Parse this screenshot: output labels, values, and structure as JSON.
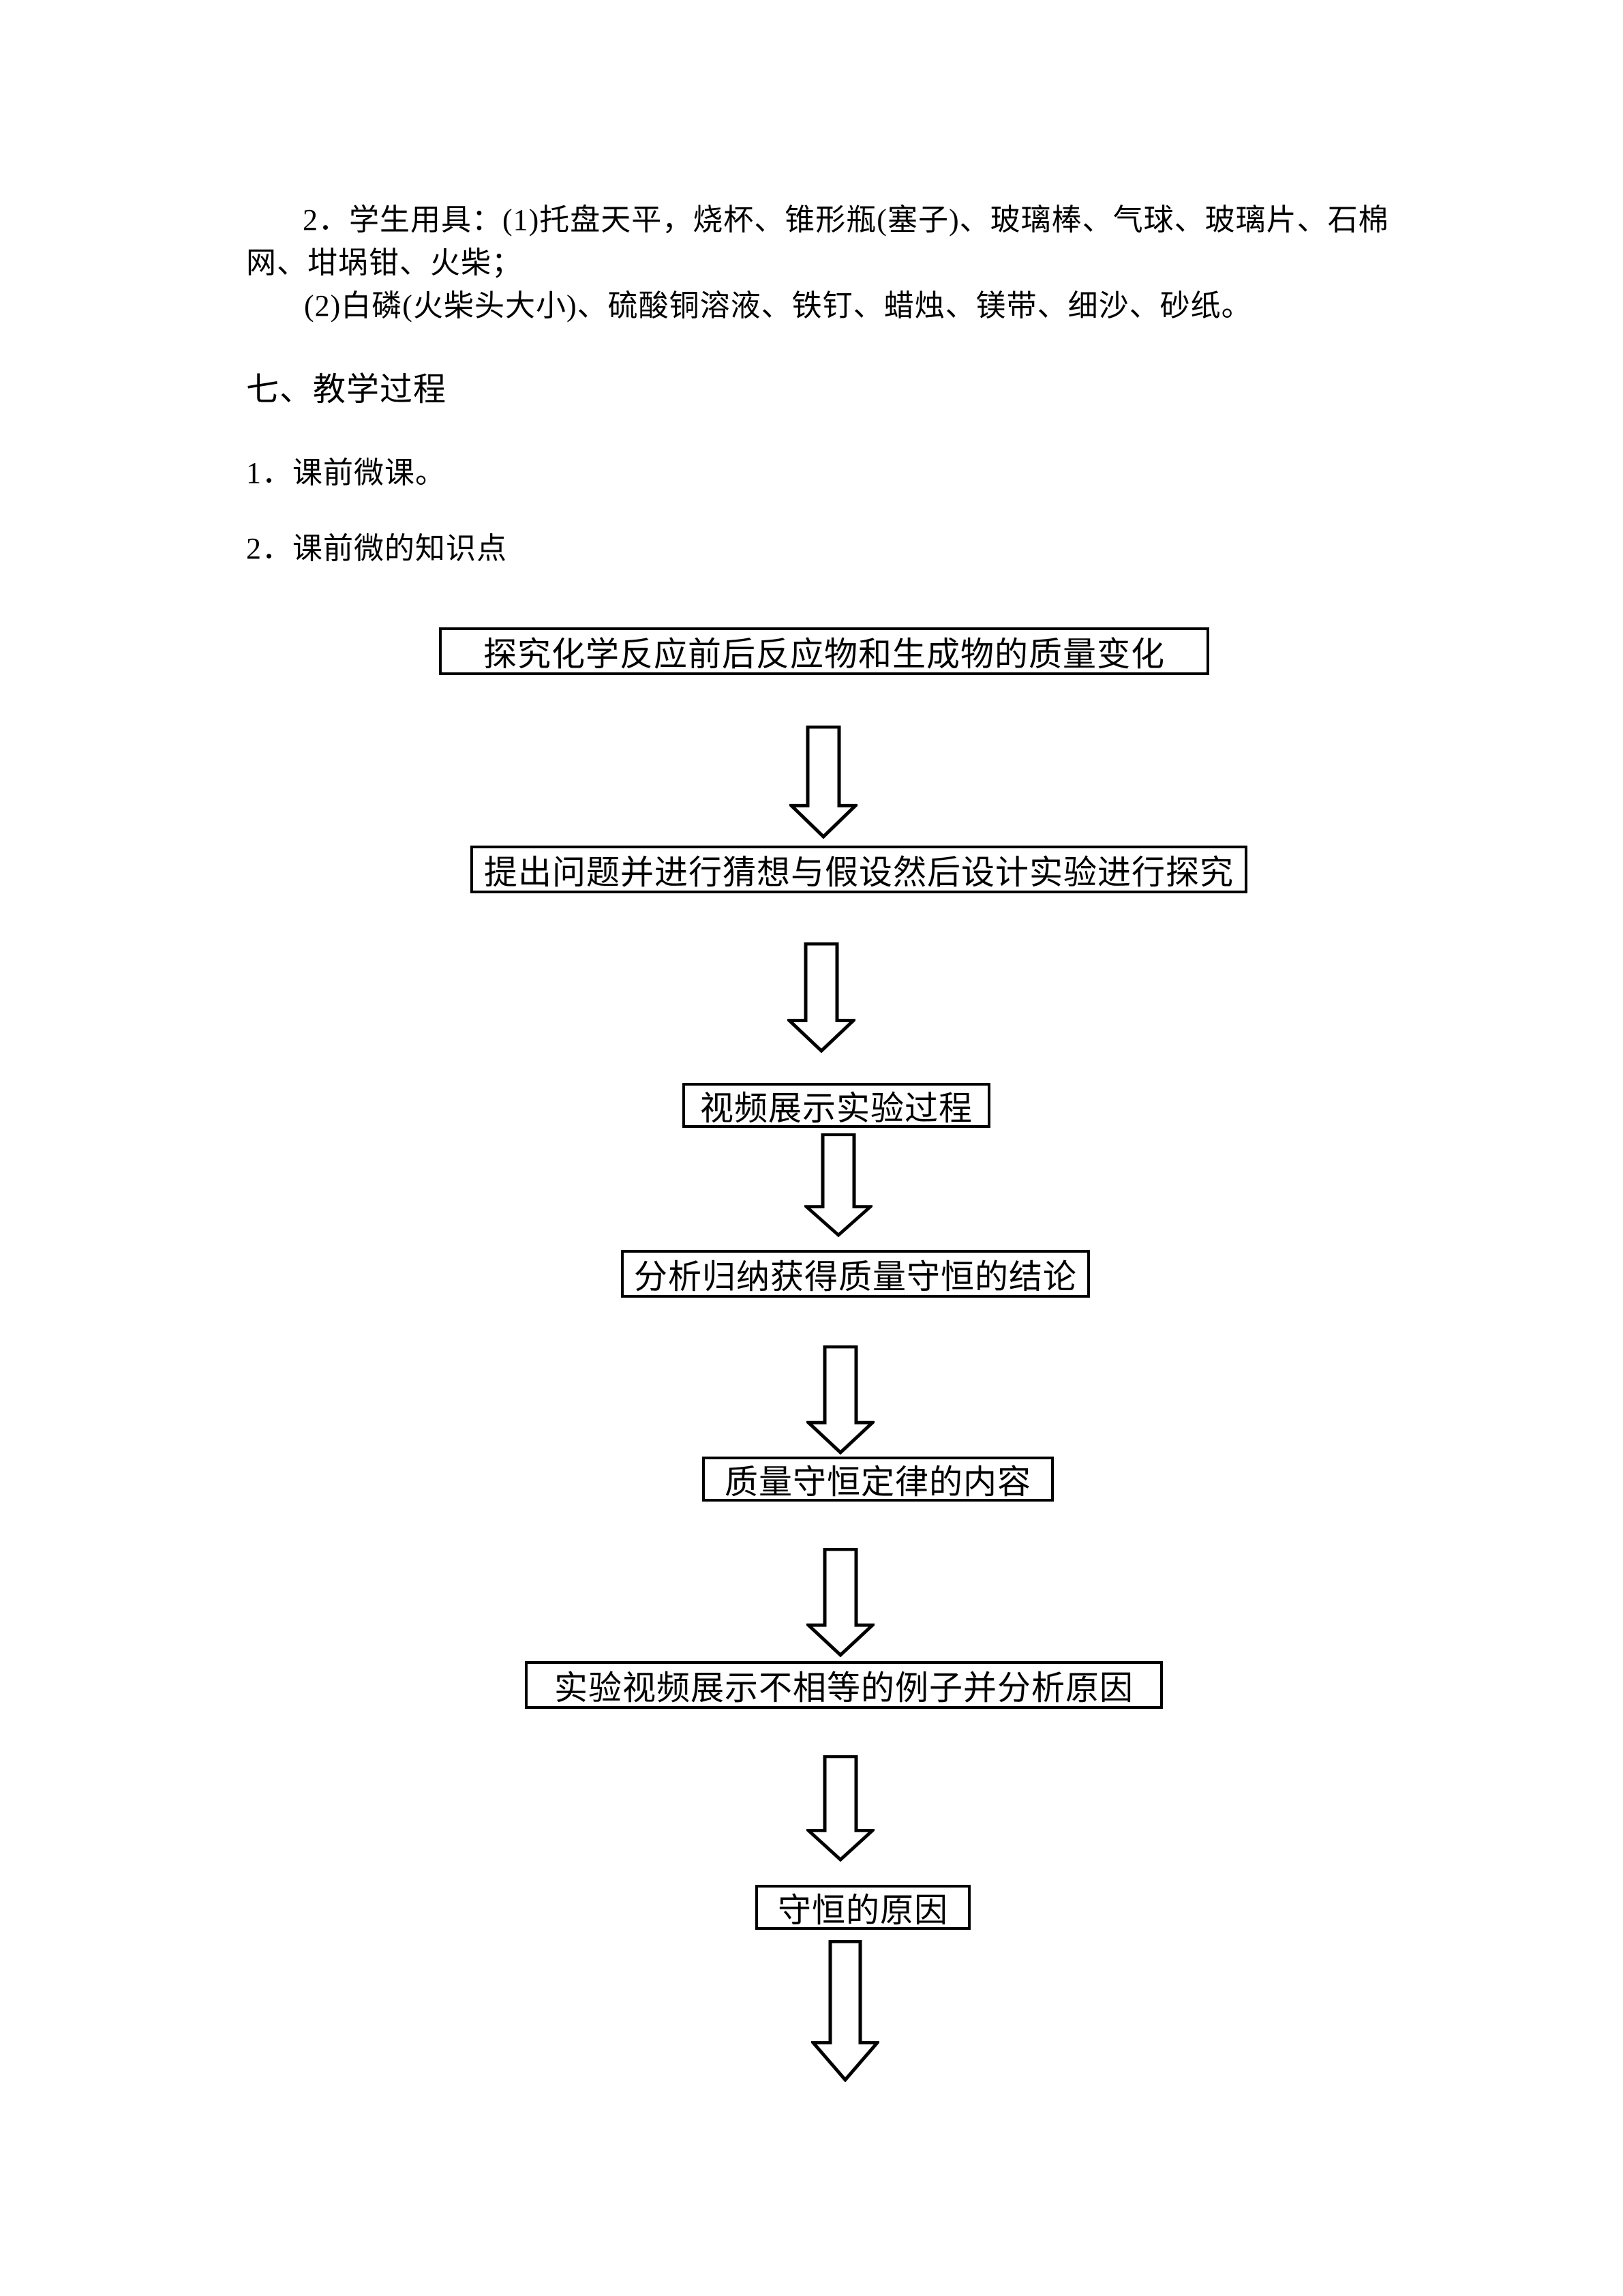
{
  "page": {
    "background": "#ffffff",
    "text_color": "#000000",
    "line_color": "#000000"
  },
  "body_text": {
    "para1_line1": "2．学生用具：(1)托盘天平，烧杯、锥形瓶(塞子)、玻璃棒、气球、玻璃片、石棉",
    "para1_line2": "网、坩埚钳、火柴；",
    "para2": "(2)白磷(火柴头大小)、硫酸铜溶液、铁钉、蜡烛、镁带、细沙、砂纸。",
    "section_heading": "七、教学过程",
    "list_item_1": "1．课前微课。",
    "list_item_2": "2．课前微的知识点"
  },
  "flowchart": {
    "connector_style": "hollow-down-block-arrow",
    "steps": [
      {
        "label": "探究化学反应前后反应物和生成物的质量变化"
      },
      {
        "label": "提出问题并进行猜想与假设然后设计实验进行探究"
      },
      {
        "label": "视频展示实验过程"
      },
      {
        "label": "分析归纳获得质量守恒的结论"
      },
      {
        "label": "质量守恒定律的内容"
      },
      {
        "label": "实验视频展示不相等的例子并分析原因"
      },
      {
        "label": "守恒的原因"
      }
    ]
  }
}
